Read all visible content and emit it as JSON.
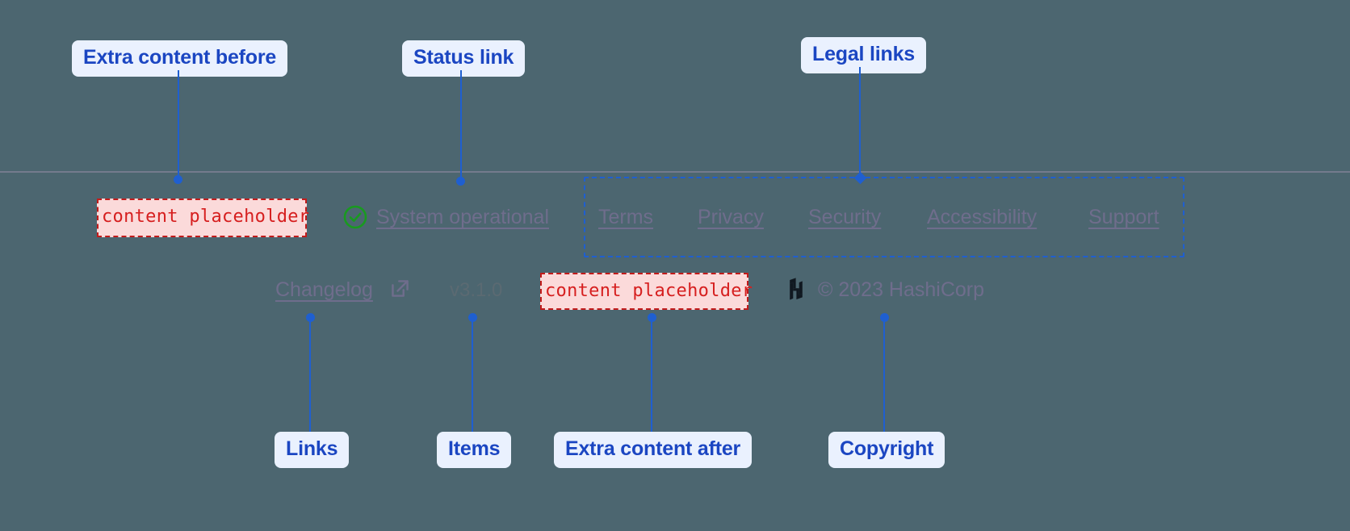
{
  "theme": {
    "background": "#4c6670",
    "annotation_accent": "#1f5fd0",
    "annotation_label_bg": "#eaf1fe",
    "annotation_label_text": "#1b46c2",
    "placeholder_bg": "#fbdada",
    "placeholder_border": "#c21b1b",
    "placeholder_text": "#d61f1f",
    "link_color": "#6f6d8c",
    "status_ok_color": "#199a20"
  },
  "annotations": {
    "extra_content_before": "Extra content before",
    "status_link": "Status link",
    "legal_links": "Legal links",
    "links": "Links",
    "items": "Items",
    "extra_content_after": "Extra content after",
    "copyright": "Copyright"
  },
  "footer": {
    "placeholder_before": "content placeholder",
    "placeholder_after": "content placeholder",
    "status": {
      "icon": "check-circle-icon",
      "label": "System operational"
    },
    "legal_links": [
      {
        "label": "Terms"
      },
      {
        "label": "Privacy"
      },
      {
        "label": "Security"
      },
      {
        "label": "Accessibility"
      },
      {
        "label": "Support"
      }
    ],
    "changelog": {
      "label": "Changelog",
      "icon": "external-link-icon"
    },
    "version": "v3.1.0",
    "brand": {
      "icon": "hashicorp-logo-icon",
      "copyright": "© 2023 HashiCorp"
    }
  }
}
